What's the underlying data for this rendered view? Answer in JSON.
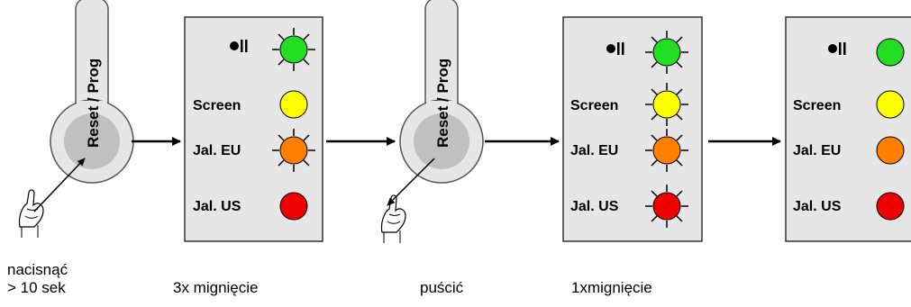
{
  "button": {
    "label": "Reset / Prog"
  },
  "panel_labels": {
    "screen": "Screen",
    "jal_eu": "Jal. EU",
    "jal_us": "Jal. US"
  },
  "captions": {
    "press_line1": "nacisnąć",
    "press_line2": "> 10 sek",
    "blink3": "3x mignięcie",
    "release": "puścić",
    "blink1": "1xmignięcie"
  },
  "colors": {
    "green": "#22dd22",
    "yellow": "#ffff00",
    "orange": "#ff8000",
    "red": "#ee0000",
    "panel": "#e6e6e6",
    "button_outer": "#e6e6e6",
    "button_inner": "#c0c0c0"
  },
  "icons": [
    "speaker-icon",
    "hand-icon",
    "arrow-icon",
    "button-icon"
  ]
}
